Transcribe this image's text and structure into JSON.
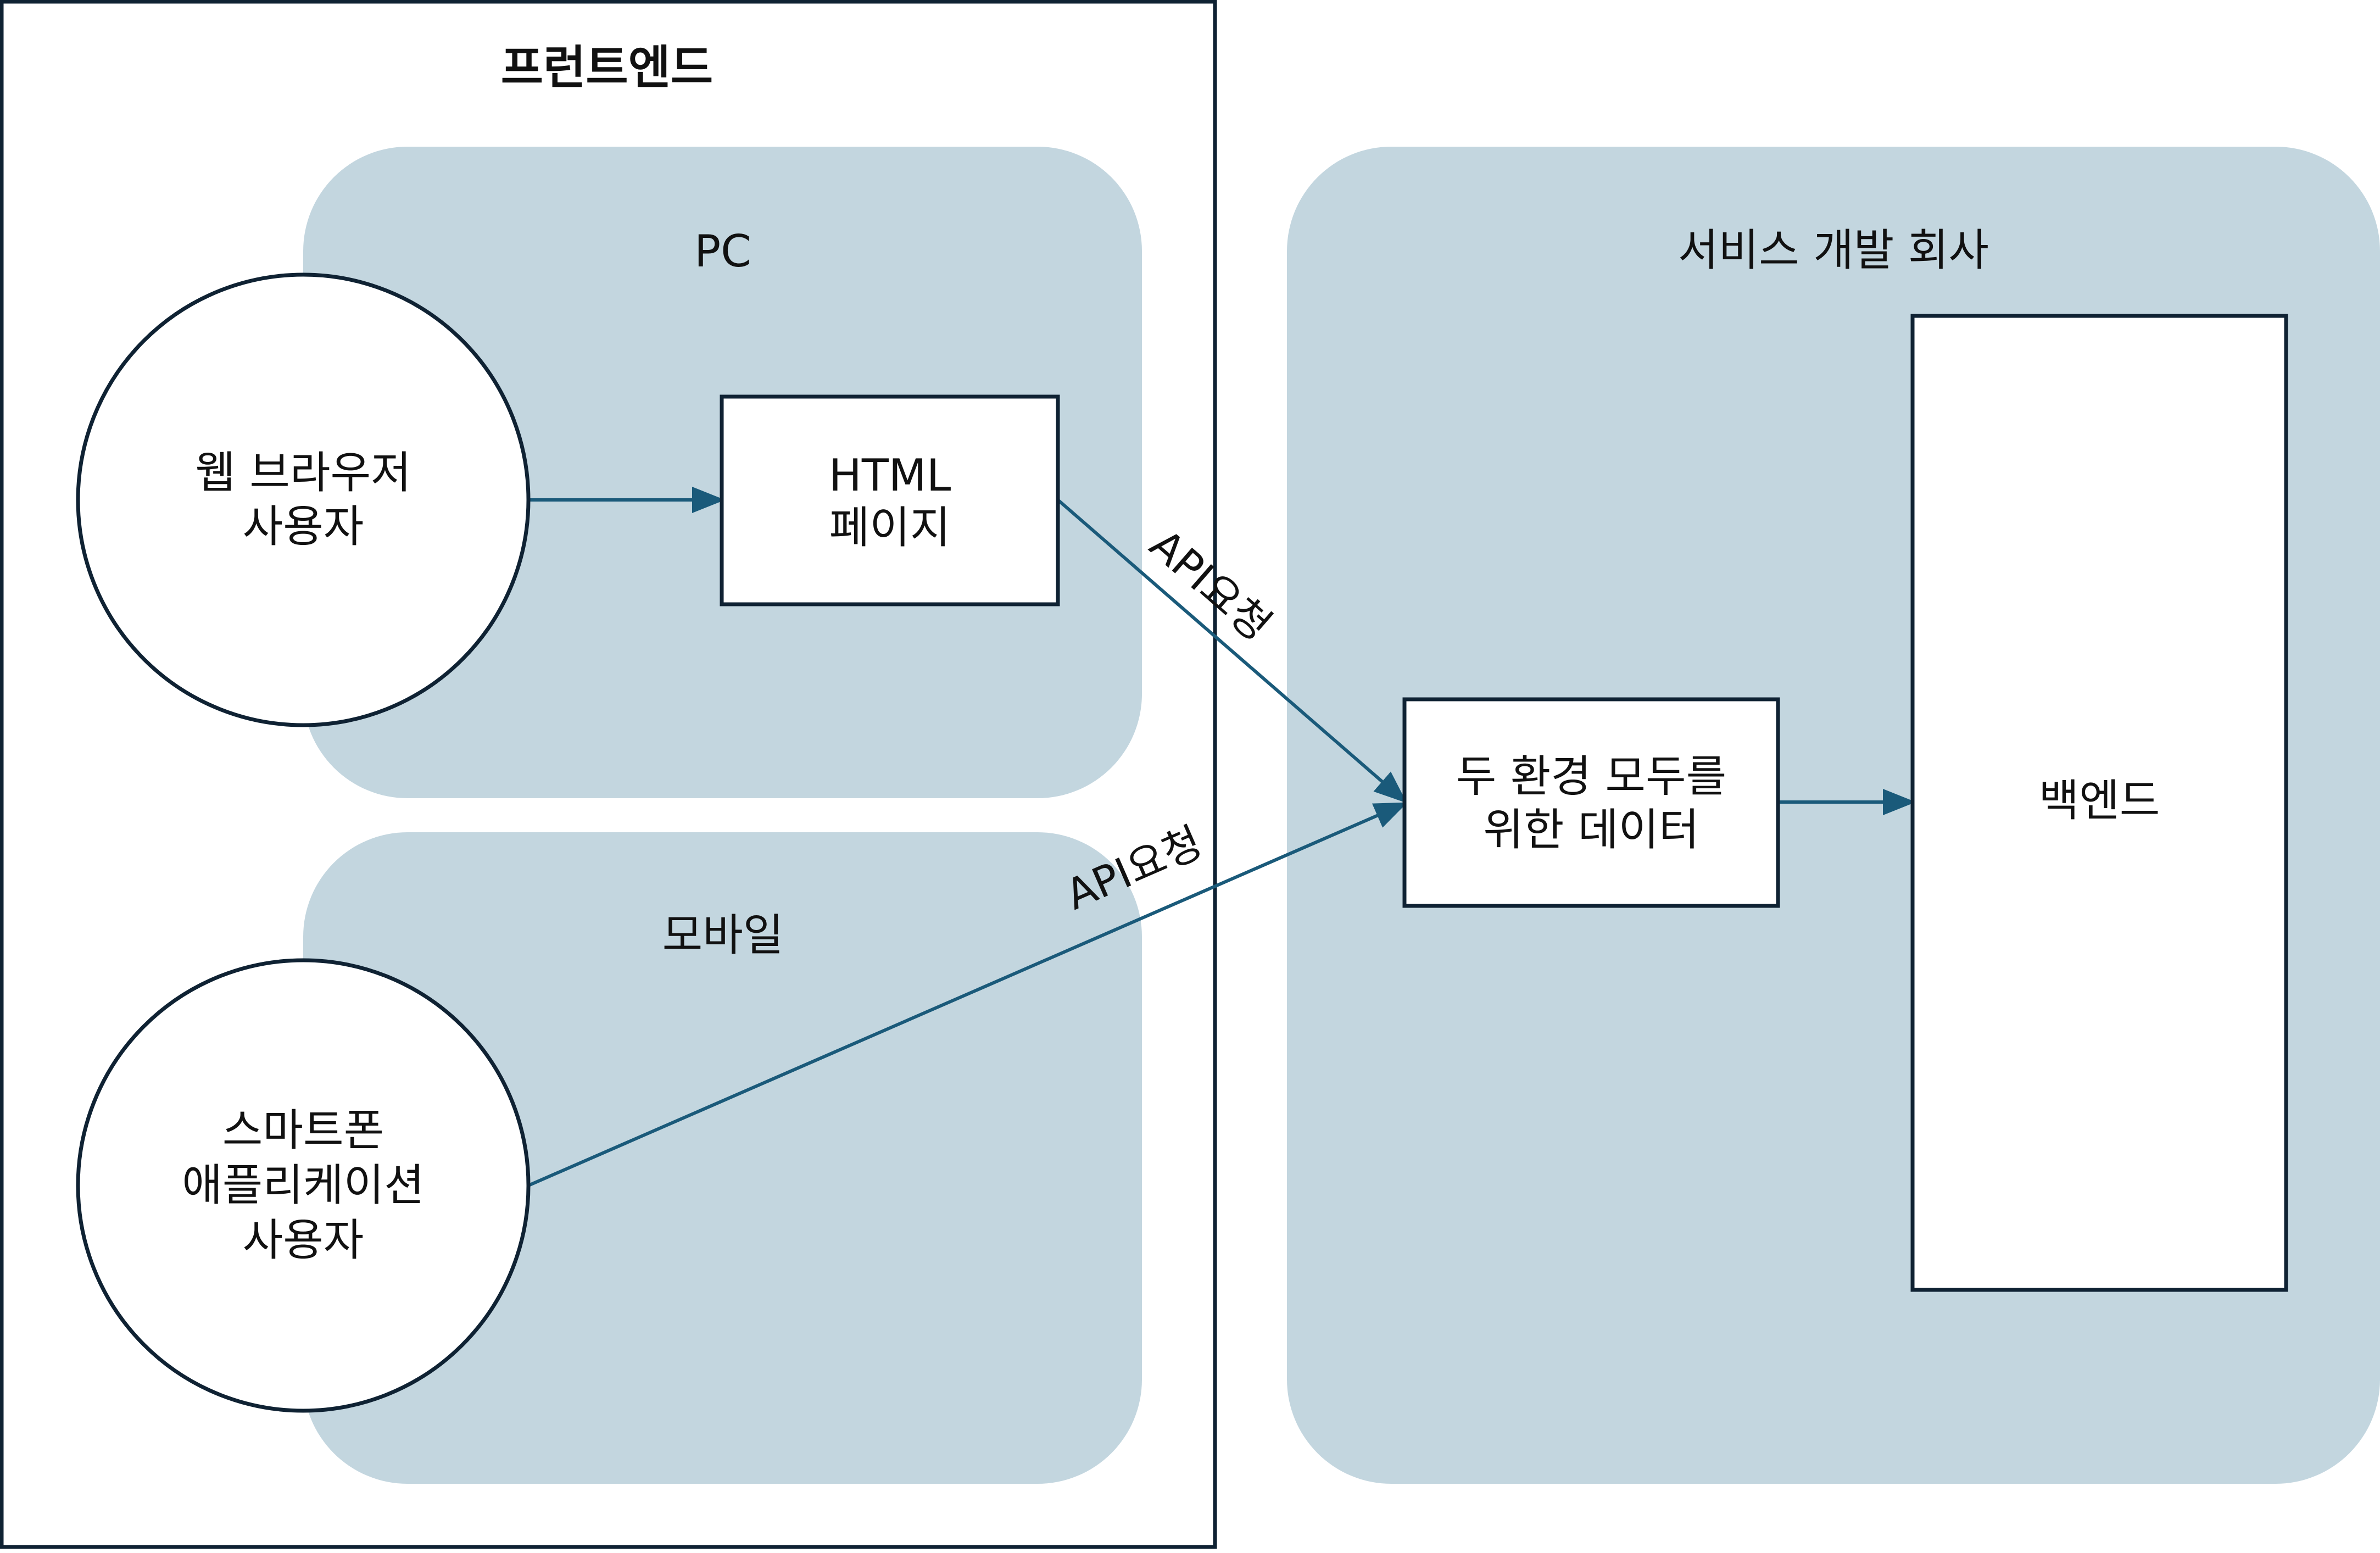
{
  "colors": {
    "group_fill": "#c3d6df",
    "stroke": "#0f2233",
    "arrow": "#1a5a7a",
    "node_fill": "#ffffff"
  },
  "frontend": {
    "title": "프런트엔드"
  },
  "groups": {
    "pc": "PC",
    "mobile": "모바일",
    "company": "서비스 개발 회사"
  },
  "nodes": {
    "web_user": [
      "웹 브라우저",
      "사용자"
    ],
    "html_page": [
      "HTML",
      "페이지"
    ],
    "app_user": [
      "스마트폰",
      "애플리케이션",
      "사용자"
    ],
    "data": [
      "두 환경 모두를",
      "위한 데이터"
    ],
    "backend": "백엔드"
  },
  "edges": {
    "pc_api": "API요청",
    "mobile_api": "API요청"
  }
}
